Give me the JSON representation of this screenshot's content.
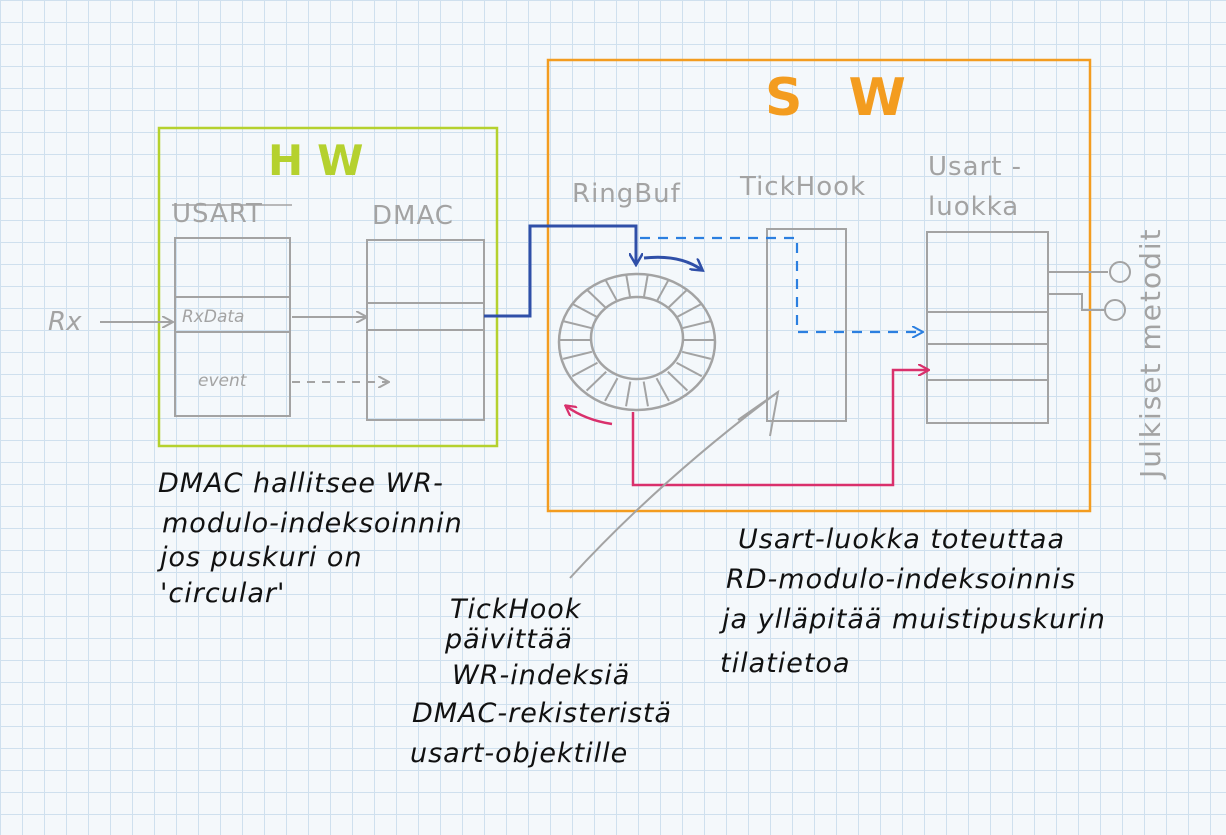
{
  "hw": {
    "title": "HW",
    "color": "#b5d12e"
  },
  "sw": {
    "title": "S W",
    "color": "#f39c1f"
  },
  "hw_blocks": {
    "usart": "USART",
    "dmac": "DMAC",
    "rxdata": "RxData",
    "event": "event"
  },
  "input_label": "Rx",
  "sw_blocks": {
    "ringbuf": "RingBuf",
    "tickhook": "TickHook",
    "usart_class_line1": "Usart -",
    "usart_class_line2": "luokka"
  },
  "public_methods": "Julkiset metodit",
  "notes": {
    "dmac": [
      "DMAC hallitsee WR-",
      "modulo-indeksoinnin",
      "jos puskuri on",
      "'circular'"
    ],
    "tickhook": [
      "TickHook",
      "päivittää",
      "WR-indeksiä",
      "DMAC-rekisteristä",
      "usart-objektille"
    ],
    "usart": [
      "Usart-luokka toteuttaa",
      "RD-modulo-indeksoinnis",
      "ja ylläpitää muistipuskurin",
      "tilatietoa"
    ]
  },
  "colors": {
    "gray": "#a3a3a3",
    "navy_arrow": "#2f4fa8",
    "blue_dashed": "#2b7fe0",
    "magenta": "#d9306c",
    "ink": "#111111"
  }
}
